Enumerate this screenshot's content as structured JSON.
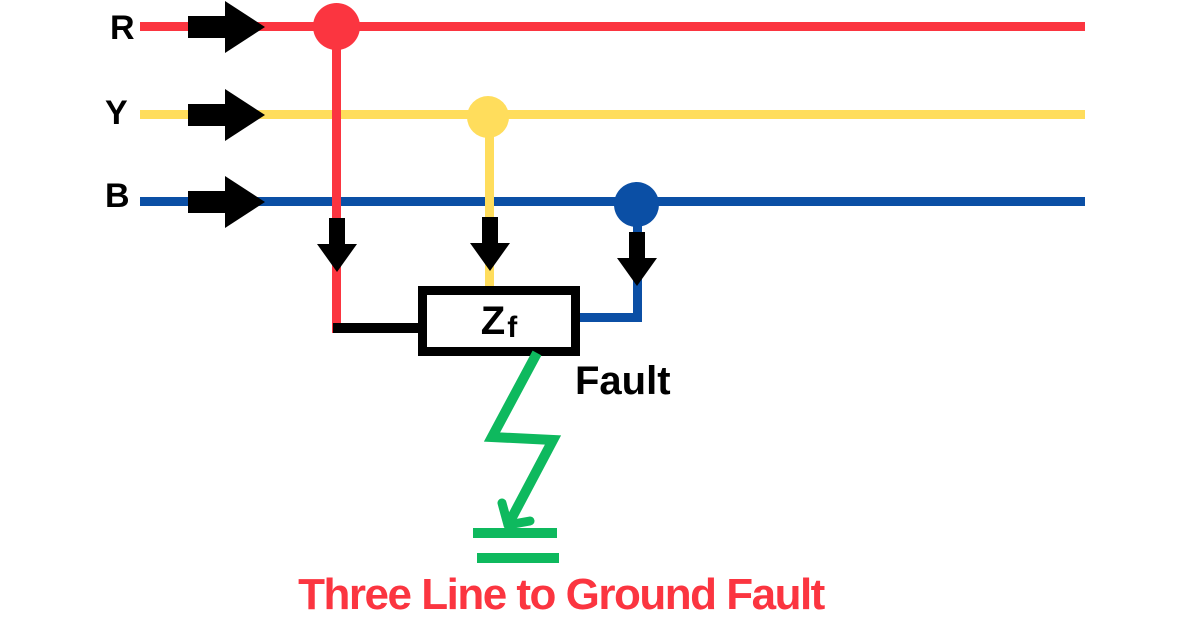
{
  "diagram": {
    "title": "Three Line to Ground Fault",
    "phases": [
      {
        "label": "R",
        "color": "#fb3540"
      },
      {
        "label": "Y",
        "color": "#ffdd5c"
      },
      {
        "label": "B",
        "color": "#0b4fa5"
      }
    ],
    "impedance_box": {
      "symbol_main": "Z",
      "symbol_sub": "f"
    },
    "fault_label": "Fault",
    "icons": {
      "source_arrows": "right-arrow-icon",
      "tap_arrows": "down-arrow-icon",
      "fault_bolt": "lightning-arrow-icon",
      "ground": "ground-icon",
      "junctions": "junction-dot"
    },
    "colors": {
      "phase_r": "#fb3540",
      "phase_y": "#ffdd5c",
      "phase_b": "#0b4fa5",
      "fault_green": "#0eb95e",
      "wire_black": "#000000",
      "title_red": "#fb3540",
      "background": "#ffffff"
    }
  }
}
